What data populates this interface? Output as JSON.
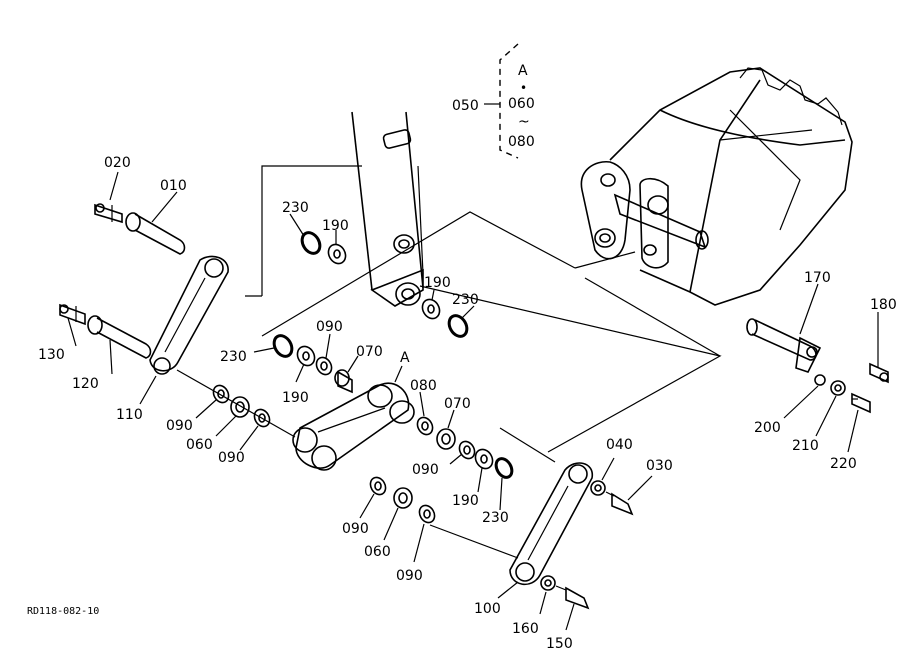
{
  "diagram": {
    "drawing_id": "RD118-082-10",
    "callout": {
      "part": "050",
      "marker": "A",
      "dot": "•",
      "range_start": "060",
      "range_mark": "~",
      "range_end": "080"
    },
    "labels": {
      "p010": "010",
      "p020": "020",
      "p030": "030",
      "p040": "040",
      "p060_a": "060",
      "p060_b": "060",
      "p070_a": "070",
      "p070_b": "070",
      "p080": "080",
      "p090_a": "090",
      "p090_b": "090",
      "p090_c": "090",
      "p090_d": "090",
      "p090_e": "090",
      "p090_f": "090",
      "p100": "100",
      "p110": "110",
      "p120": "120",
      "p130": "130",
      "p150": "150",
      "p160": "160",
      "p170": "170",
      "p180": "180",
      "p190_a": "190",
      "p190_b": "190",
      "p190_c": "190",
      "p190_d": "190",
      "p200": "200",
      "p210": "210",
      "p220": "220",
      "p230_a": "230",
      "p230_b": "230",
      "p230_c": "230",
      "p230_d": "230",
      "marker_a": "A"
    }
  }
}
